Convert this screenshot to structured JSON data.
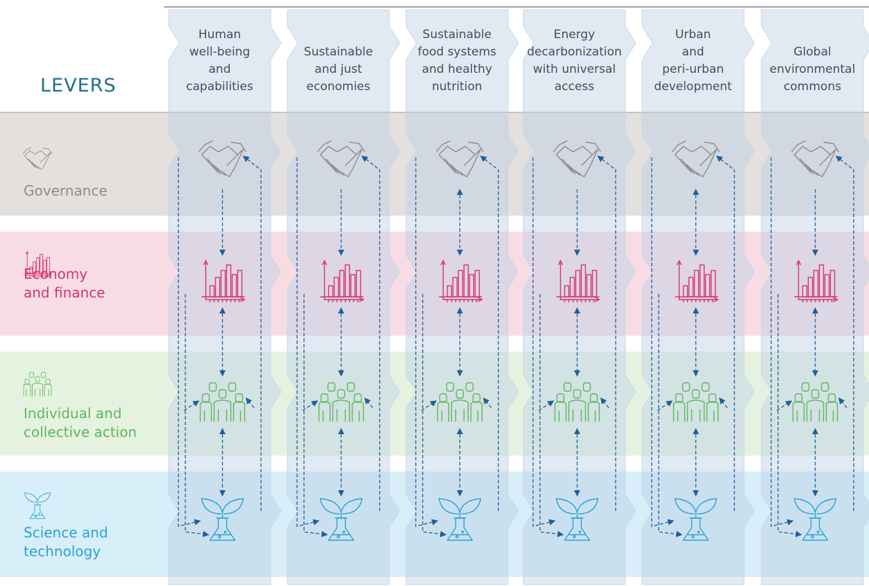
{
  "header": {
    "levers_title": "LEVERS"
  },
  "entry_points": [
    {
      "label": "Human\nwell-being\nand\ncapabilities"
    },
    {
      "label": "Sustainable\nand just\neconomies"
    },
    {
      "label": "Sustainable\nfood systems\nand healthy\nnutrition"
    },
    {
      "label": "Energy\ndecarbonization\nwith universal\naccess"
    },
    {
      "label": "Urban\nand\nperi-urban\ndevelopment"
    },
    {
      "label": "Global\nenvironmental\ncommons"
    }
  ],
  "levers": [
    {
      "label": "Governance",
      "icon": "handshake-icon",
      "color": "#8c8c8c",
      "band_color": "#e4e0de"
    },
    {
      "label": "Economy\nand finance",
      "icon": "bar-chart-icon",
      "color": "#d6336c",
      "band_color": "#f7dde3"
    },
    {
      "label": "Individual and\ncollective action",
      "icon": "people-group-icon",
      "color": "#5cb85c",
      "band_color": "#e6f2e0"
    },
    {
      "label": "Science and\ntechnology",
      "icon": "plant-flask-icon",
      "color": "#29a3d6",
      "band_color": "#d8eef8"
    }
  ],
  "colors": {
    "column_fill": "#bccfe4",
    "arrow": "#1f5f9c",
    "title": "#1f6e8c",
    "text": "#3d4f5c"
  }
}
